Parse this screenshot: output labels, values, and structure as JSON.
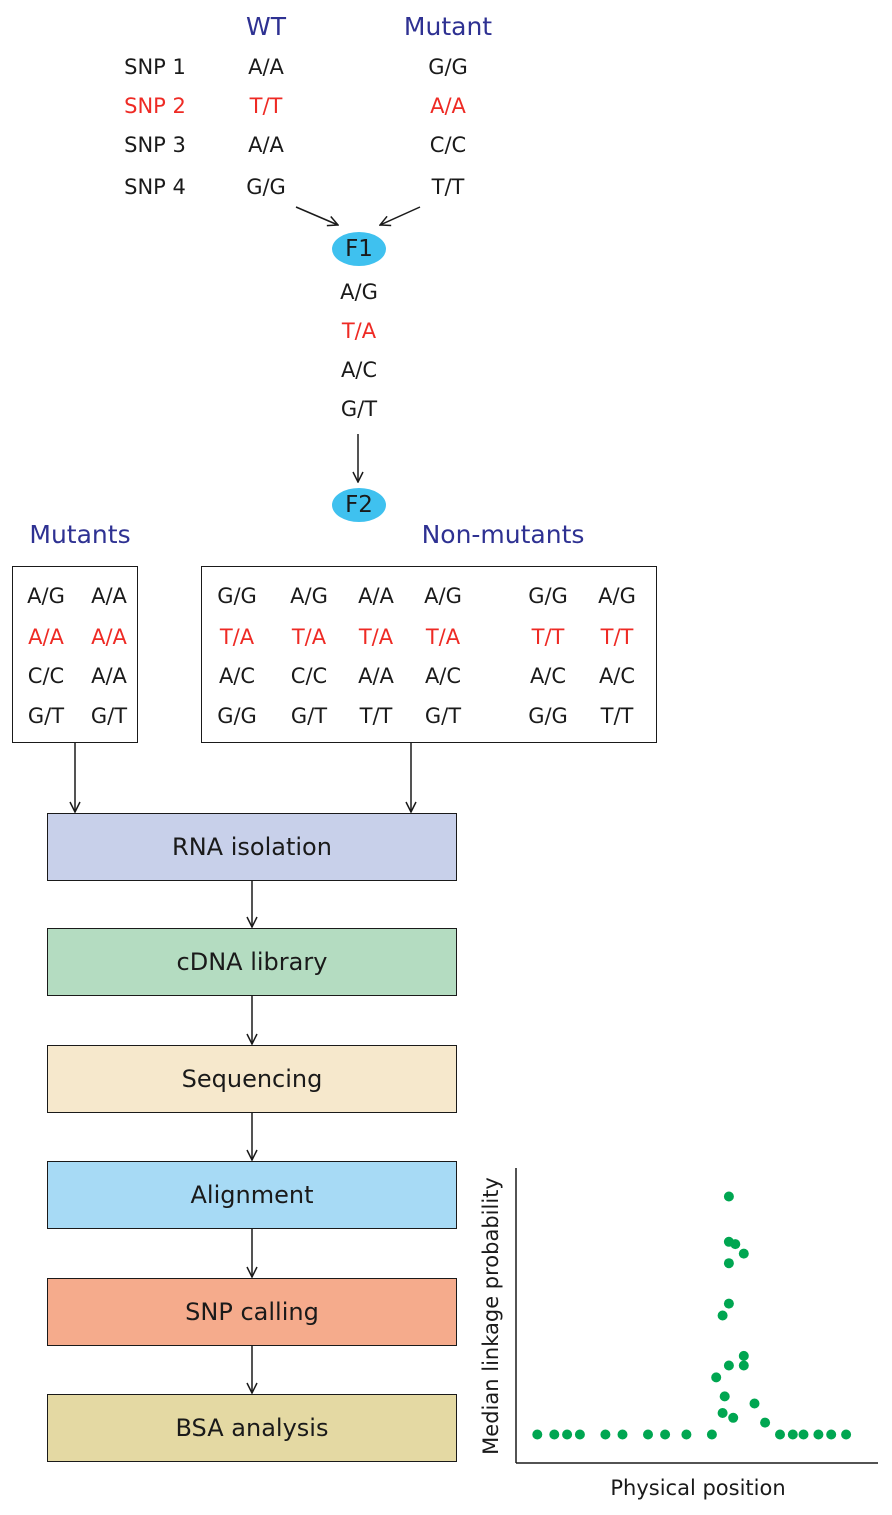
{
  "parents": {
    "wt_label": "WT",
    "mutant_label": "Mutant",
    "snps": [
      {
        "label": "SNP 1",
        "wt": "A/A",
        "mutant": "G/G",
        "highlight": false
      },
      {
        "label": "SNP 2",
        "wt": "T/T",
        "mutant": "A/A",
        "highlight": true
      },
      {
        "label": "SNP 3",
        "wt": "A/A",
        "mutant": "C/C",
        "highlight": false
      },
      {
        "label": "SNP 4",
        "wt": "G/G",
        "mutant": "T/T",
        "highlight": false
      }
    ]
  },
  "f1": {
    "label": "F1",
    "genotypes": [
      "A/G",
      "T/A",
      "A/C",
      "G/T"
    ]
  },
  "f2": {
    "label": "F2"
  },
  "groups": {
    "mutants_label": "Mutants",
    "nonmutants_label": "Non-mutants",
    "mutants": [
      [
        "A/G",
        "A/A",
        "C/C",
        "G/T"
      ],
      [
        "A/A",
        "A/A",
        "A/A",
        "G/T"
      ]
    ],
    "nonmutants": [
      [
        "G/G",
        "T/A",
        "A/C",
        "G/G"
      ],
      [
        "A/G",
        "T/A",
        "C/C",
        "G/T"
      ],
      [
        "A/A",
        "T/A",
        "A/A",
        "T/T"
      ],
      [
        "A/G",
        "T/A",
        "A/C",
        "G/T"
      ],
      [
        "G/G",
        "T/T",
        "A/C",
        "G/G"
      ],
      [
        "A/G",
        "T/T",
        "A/C",
        "T/T"
      ]
    ]
  },
  "pipeline": [
    {
      "label": "RNA isolation",
      "color": "#c8d0ea"
    },
    {
      "label": "cDNA library",
      "color": "#b4dcc1"
    },
    {
      "label": "Sequencing",
      "color": "#f6e8cc"
    },
    {
      "label": "Alignment",
      "color": "#a7daf5"
    },
    {
      "label": "SNP calling",
      "color": "#f5ab8c"
    },
    {
      "label": "BSA analysis",
      "color": "#e4d9a3"
    }
  ],
  "colors": {
    "highlight": "#ee2a24",
    "header": "#2e3192",
    "ellipse": "#3fc1ef",
    "points": "#00a651"
  },
  "chart_data": {
    "type": "scatter",
    "xlabel": "Physical position",
    "ylabel": "Median linkage probability",
    "points": [
      [
        1.0,
        0.0
      ],
      [
        1.8,
        0.0
      ],
      [
        2.4,
        0.0
      ],
      [
        3.0,
        0.0
      ],
      [
        4.2,
        0.0
      ],
      [
        5.0,
        0.0
      ],
      [
        6.2,
        0.0
      ],
      [
        7.0,
        0.0
      ],
      [
        8.0,
        0.0
      ],
      [
        9.2,
        0.0
      ],
      [
        9.4,
        0.24
      ],
      [
        9.7,
        0.5
      ],
      [
        9.7,
        0.09
      ],
      [
        9.8,
        0.16
      ],
      [
        10.0,
        0.29
      ],
      [
        10.0,
        0.55
      ],
      [
        10.0,
        0.72
      ],
      [
        10.0,
        0.81
      ],
      [
        10.0,
        1.0
      ],
      [
        10.3,
        0.8
      ],
      [
        10.2,
        0.07
      ],
      [
        10.7,
        0.76
      ],
      [
        10.7,
        0.29
      ],
      [
        10.7,
        0.33
      ],
      [
        11.2,
        0.13
      ],
      [
        11.7,
        0.05
      ],
      [
        12.4,
        0.0
      ],
      [
        13.0,
        0.0
      ],
      [
        13.5,
        0.0
      ],
      [
        14.2,
        0.0
      ],
      [
        14.8,
        0.0
      ],
      [
        15.5,
        0.0
      ]
    ],
    "xlim": [
      0,
      17
    ],
    "ylim": [
      -0.12,
      1.12
    ]
  }
}
